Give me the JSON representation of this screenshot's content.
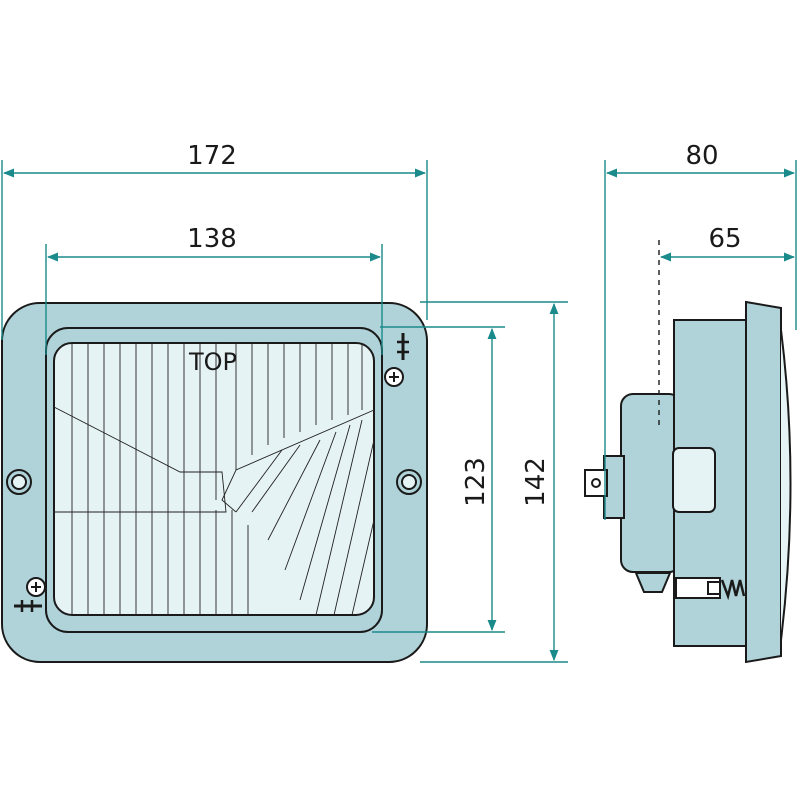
{
  "front_view": {
    "label_top": "TOP"
  },
  "dimensions": {
    "outer_width": "172",
    "inner_width": "138",
    "inner_height": "123",
    "outer_height": "142",
    "side_depth_total": "80",
    "side_depth_body": "65"
  },
  "colors": {
    "housing": "#b0d3d9",
    "lens": "#e6f3f5",
    "dimension_line": "#1a8a8a",
    "outline": "#1a1a1a"
  }
}
